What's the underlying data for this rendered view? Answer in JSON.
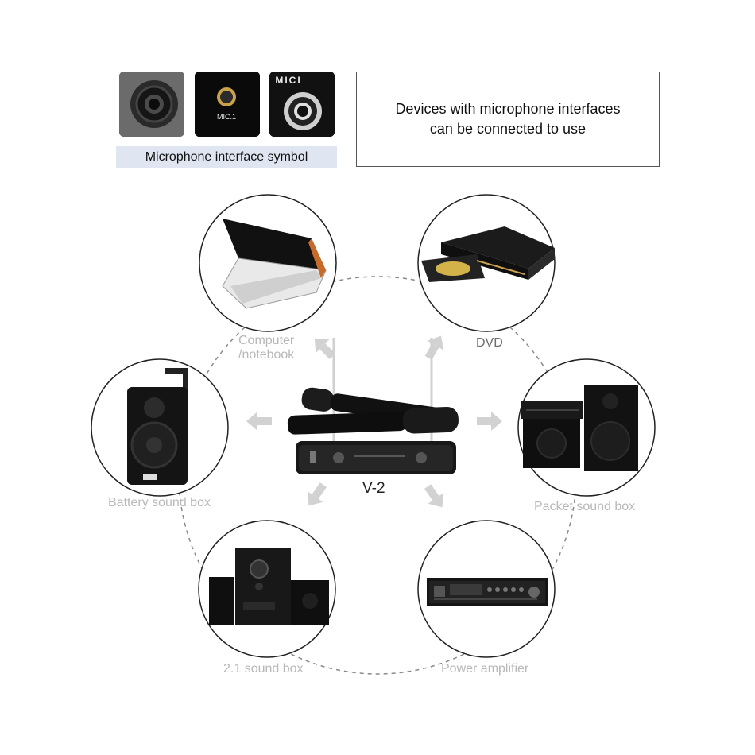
{
  "interface_panel": {
    "thumbnails": [
      {
        "label": "",
        "icon": "microphone-jack-icon"
      },
      {
        "label": "MIC.1",
        "icon": "microphone-jack-icon"
      },
      {
        "label": "MICI",
        "icon": "microphone-jack-icon"
      }
    ],
    "caption": "Microphone interface symbol"
  },
  "note": {
    "line1": "Devices with microphone interfaces",
    "line2": "can be connected to use"
  },
  "center_device": {
    "model": "V-2",
    "icon": "wireless-microphone-receiver-icon"
  },
  "devices": [
    {
      "label_line1": "Computer",
      "label_line2": "/notebook",
      "icon": "laptop-icon"
    },
    {
      "label_line1": "DVD",
      "label_line2": "",
      "icon": "dvd-player-icon"
    },
    {
      "label_line1": "Battery sound box",
      "label_line2": "",
      "icon": "portable-speaker-icon"
    },
    {
      "label_line1": "Packet sound box",
      "label_line2": "",
      "icon": "speaker-set-icon"
    },
    {
      "label_line1": "2.1 sound box",
      "label_line2": "",
      "icon": "subwoofer-speaker-icon"
    },
    {
      "label_line1": "Power amplifier",
      "label_line2": "",
      "icon": "power-amplifier-icon"
    }
  ],
  "colors": {
    "label_gray": "#b8b8b8",
    "caption_bg": "#dfe6f1",
    "arrow_gray": "#cfcfcf",
    "device_black": "#151515"
  }
}
